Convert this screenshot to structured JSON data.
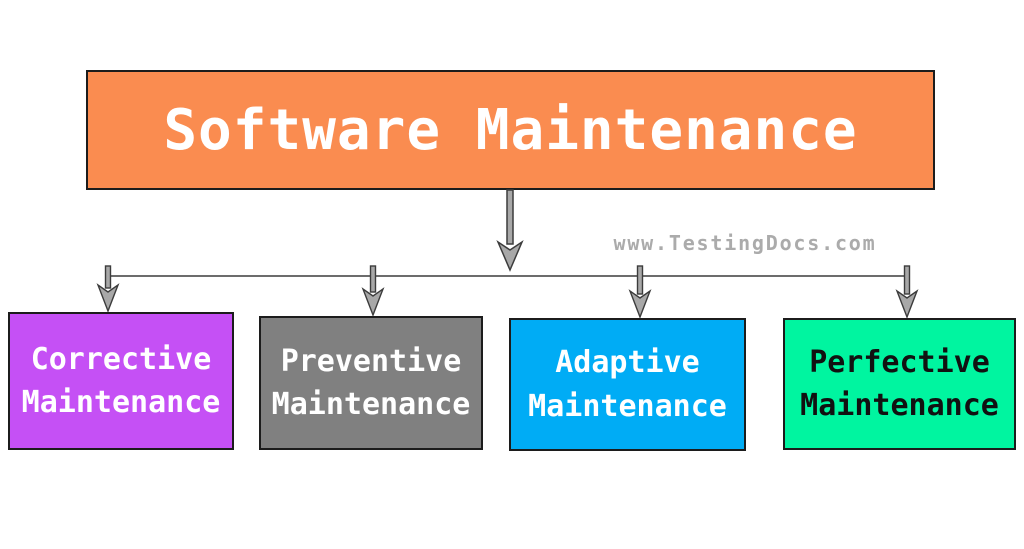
{
  "diagram": {
    "title": "Software Maintenance",
    "root": {
      "label": "Software Maintenance",
      "bg": "#FA8C50",
      "text_color": "#FFFFFF",
      "border_color": "#1C1C1C"
    },
    "children": [
      {
        "label": "Corrective Maintenance",
        "bg": "#C550F5",
        "text_color": "#FFFFFF"
      },
      {
        "label": "Preventive Maintenance",
        "bg": "#808080",
        "text_color": "#FFFFFF"
      },
      {
        "label": "Adaptive Maintenance",
        "bg": "#00ACF5",
        "text_color": "#FFFFFF"
      },
      {
        "label": "Perfective Maintenance",
        "bg": "#00F5A0",
        "text_color": "#111111"
      }
    ],
    "watermark": {
      "text": "www.TestingDocs.com",
      "color": "#ABABAB"
    },
    "connectors": {
      "line_color": "#3C3C3C",
      "arrow_fill": "#A8A8A8"
    }
  }
}
